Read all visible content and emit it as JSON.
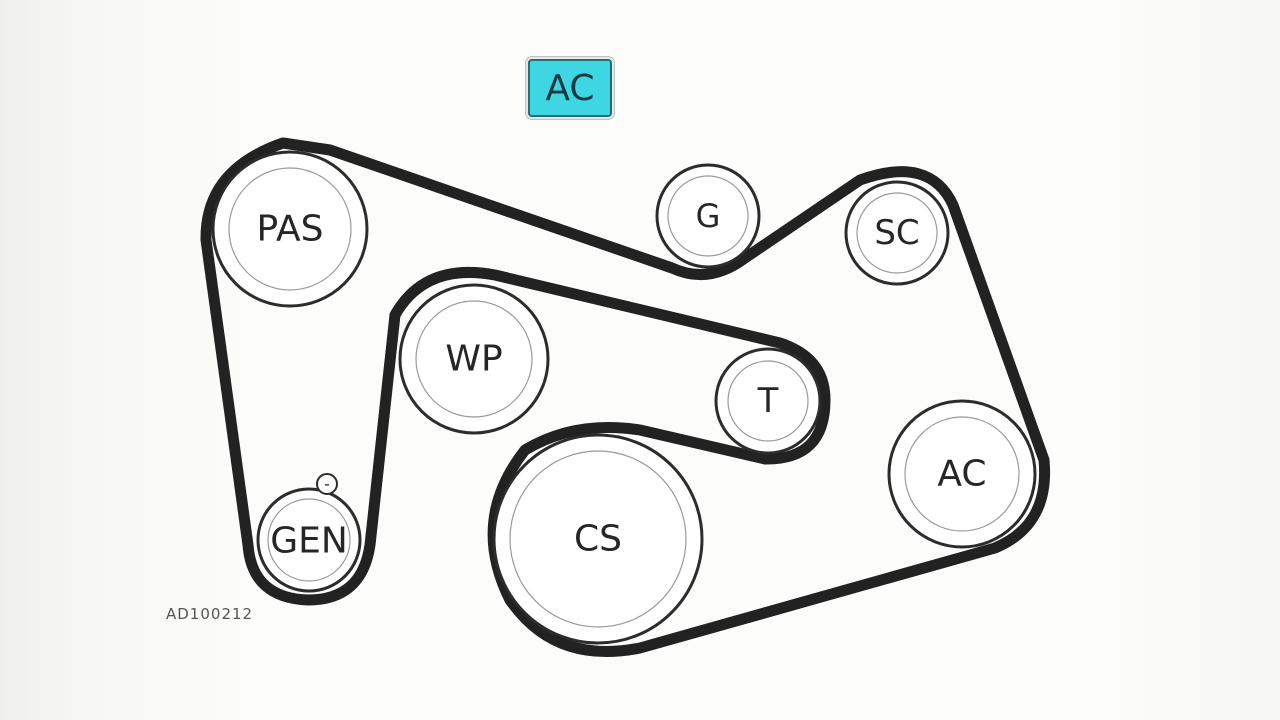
{
  "highlight": {
    "label": "AC",
    "color": "#3fd6e3"
  },
  "figure_code": "AD100212",
  "tensioner_mark": "-",
  "pulleys": [
    {
      "id": "pas",
      "label": "PAS"
    },
    {
      "id": "g",
      "label": "G"
    },
    {
      "id": "sc",
      "label": "SC"
    },
    {
      "id": "wp",
      "label": "WP"
    },
    {
      "id": "t",
      "label": "T"
    },
    {
      "id": "ac",
      "label": "AC"
    },
    {
      "id": "gen",
      "label": "GEN"
    },
    {
      "id": "cs",
      "label": "CS"
    }
  ],
  "colors": {
    "belt": "#222222",
    "pulley_stroke": "#2c2c2c",
    "background": "#fbfbf9"
  }
}
